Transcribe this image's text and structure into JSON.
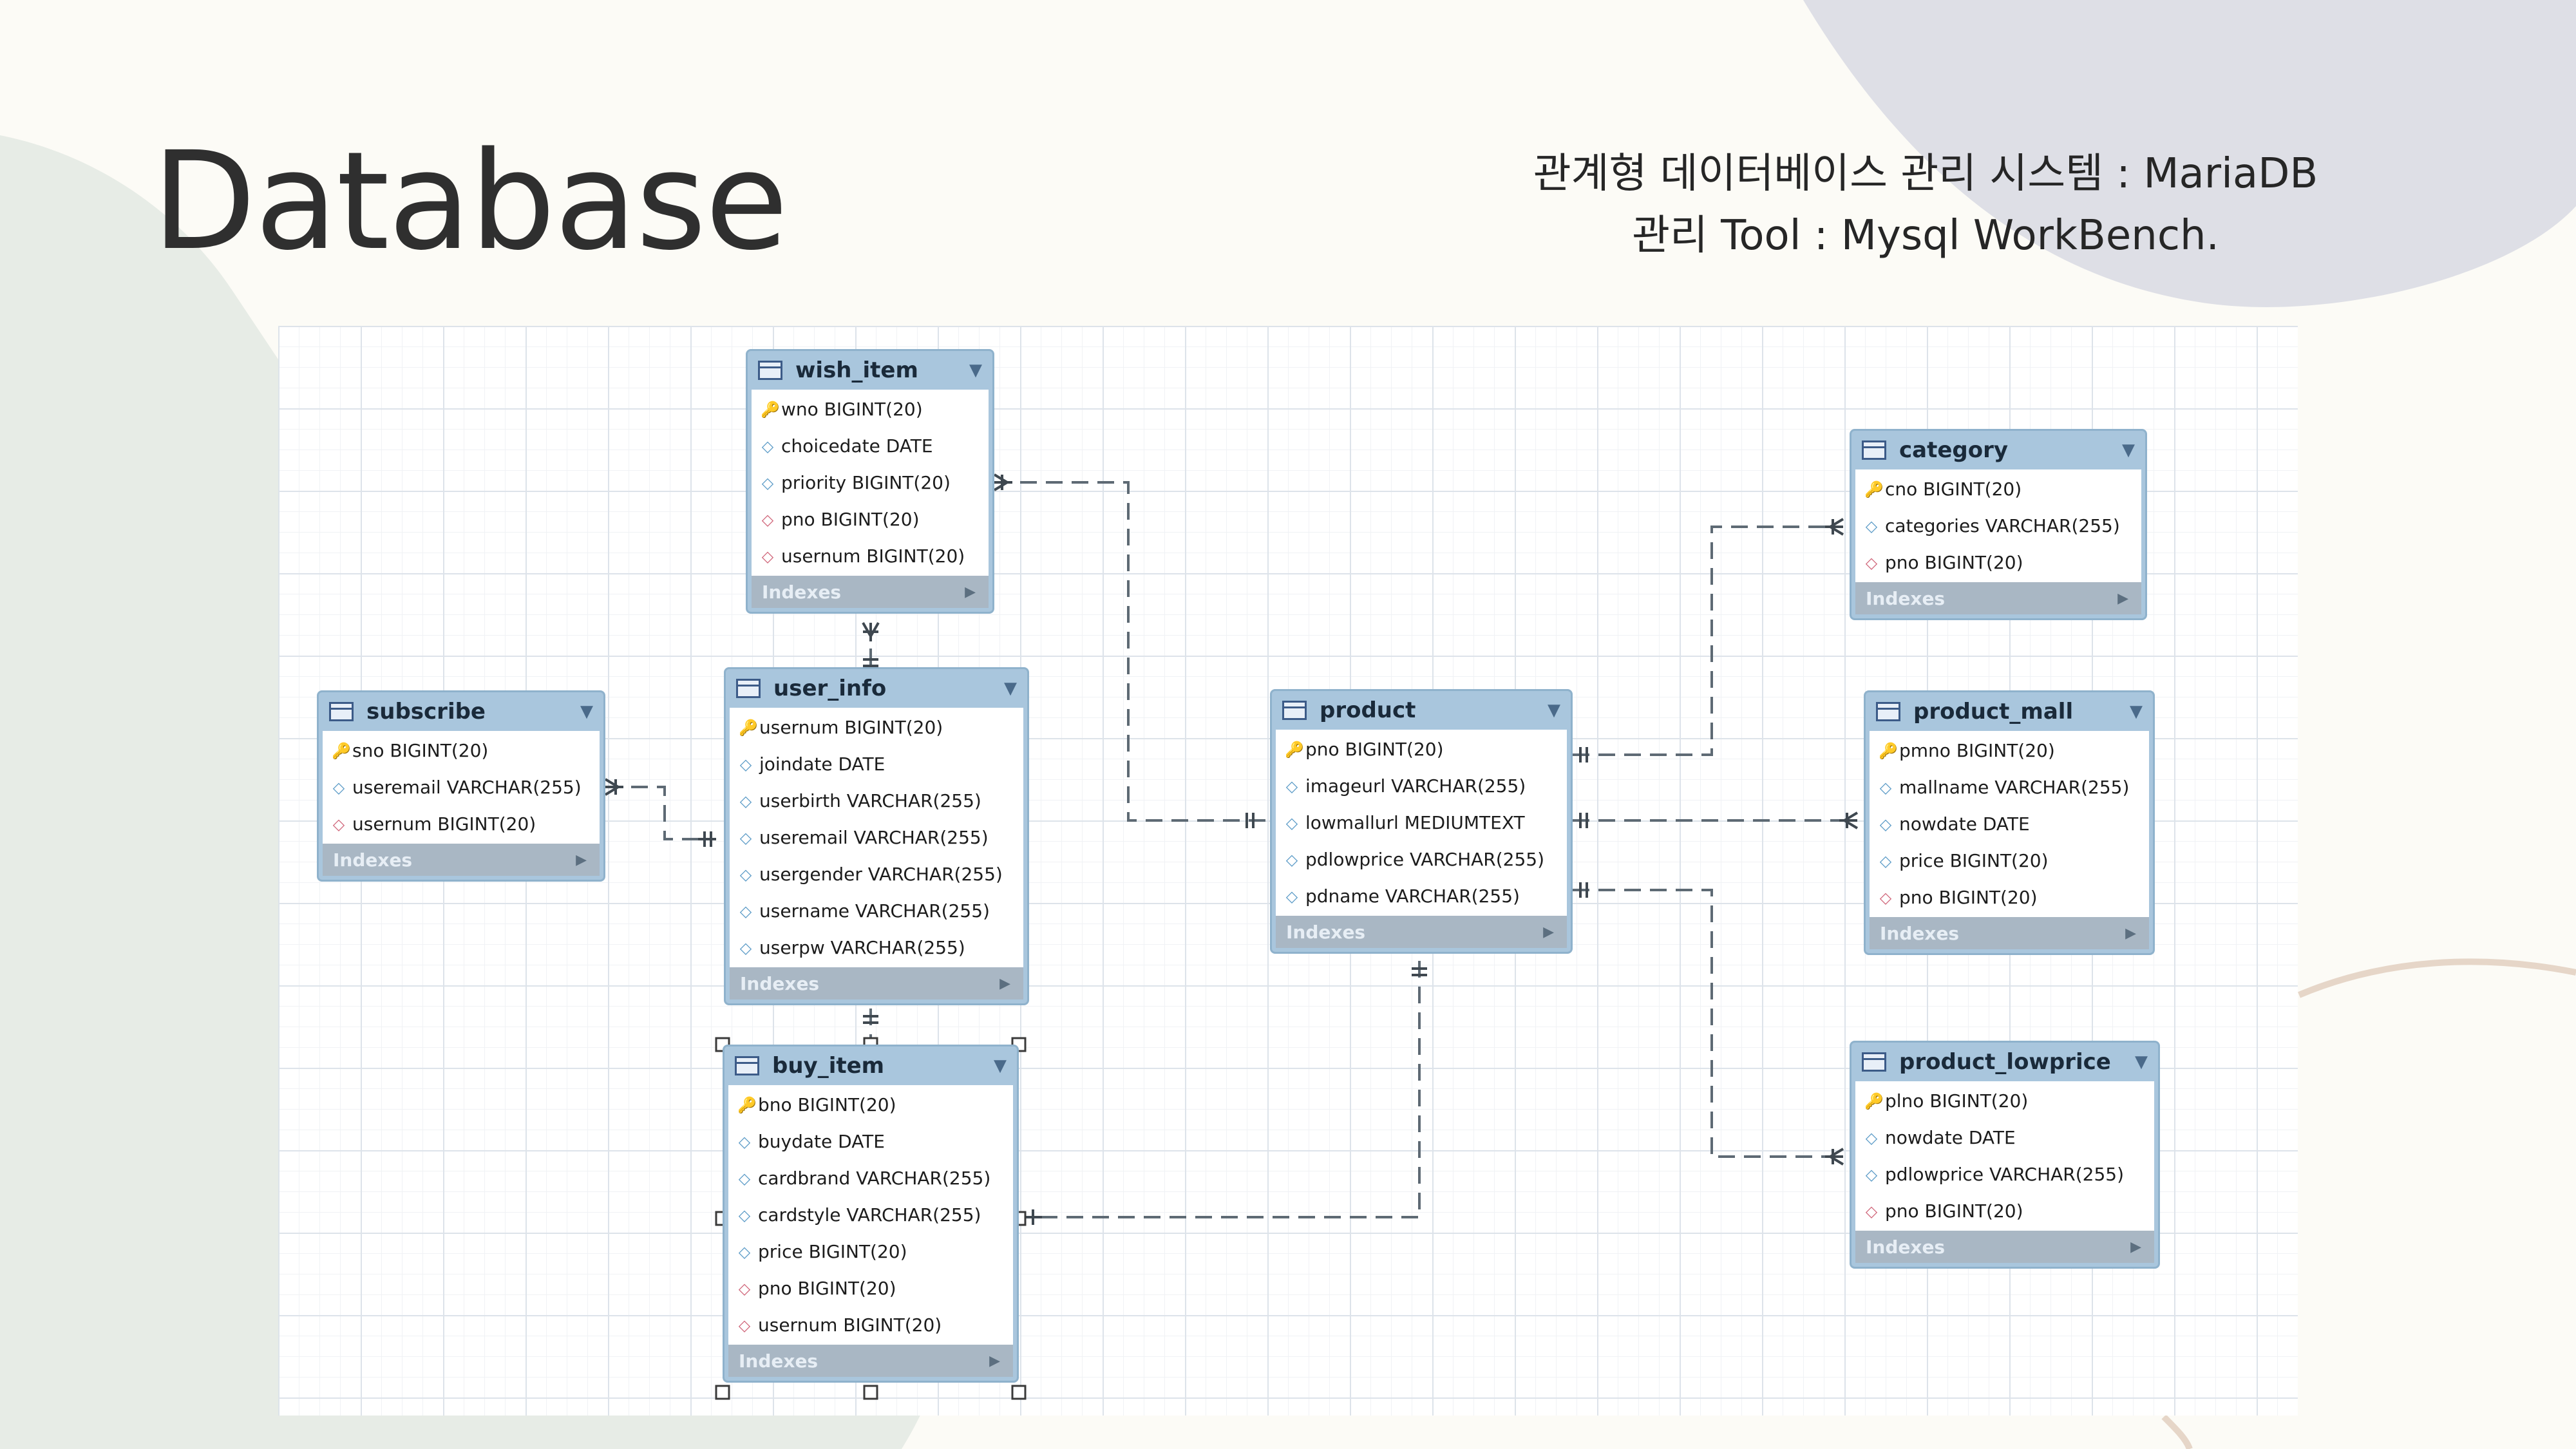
{
  "slide": {
    "title": "Database",
    "subtitle_line1": "관계형 데이터베이스 관리 시스템 : MariaDB",
    "subtitle_line2": "관리 Tool : Mysql WorkBench."
  },
  "colors": {
    "background": "#fcfbf6",
    "decor_left": "#e7ece6",
    "decor_right": "#dedfe6",
    "decor_arc": "#e6d6c8",
    "table_header": "#a9c6dd",
    "table_border": "#8fb2cc"
  },
  "icons": {
    "primary_key": "key-icon",
    "column": "diamond-icon",
    "foreign_key": "diamond-outline-red-icon",
    "table": "table-icon",
    "menu": "chevron-down-icon",
    "indexes": "play-arrow-icon"
  },
  "erd": {
    "indexes_label": "Indexes",
    "tables": [
      {
        "name": "wish_item",
        "columns": [
          {
            "icon": "key",
            "text": "wno BIGINT(20)"
          },
          {
            "icon": "field",
            "text": "choicedate DATE"
          },
          {
            "icon": "field",
            "text": "priority BIGINT(20)"
          },
          {
            "icon": "fk",
            "text": "pno BIGINT(20)"
          },
          {
            "icon": "fk",
            "text": "usernum BIGINT(20)"
          }
        ]
      },
      {
        "name": "subscribe",
        "columns": [
          {
            "icon": "key",
            "text": "sno BIGINT(20)"
          },
          {
            "icon": "field",
            "text": "useremail VARCHAR(255)"
          },
          {
            "icon": "fk",
            "text": "usernum BIGINT(20)"
          }
        ]
      },
      {
        "name": "user_info",
        "columns": [
          {
            "icon": "key",
            "text": "usernum BIGINT(20)"
          },
          {
            "icon": "field",
            "text": "joindate DATE"
          },
          {
            "icon": "field",
            "text": "userbirth VARCHAR(255)"
          },
          {
            "icon": "field",
            "text": "useremail VARCHAR(255)"
          },
          {
            "icon": "field",
            "text": "usergender VARCHAR(255)"
          },
          {
            "icon": "field",
            "text": "username VARCHAR(255)"
          },
          {
            "icon": "field",
            "text": "userpw VARCHAR(255)"
          }
        ]
      },
      {
        "name": "buy_item",
        "columns": [
          {
            "icon": "key",
            "text": "bno BIGINT(20)"
          },
          {
            "icon": "field",
            "text": "buydate DATE"
          },
          {
            "icon": "field",
            "text": "cardbrand VARCHAR(255)"
          },
          {
            "icon": "field",
            "text": "cardstyle VARCHAR(255)"
          },
          {
            "icon": "field",
            "text": "price BIGINT(20)"
          },
          {
            "icon": "fk",
            "text": "pno BIGINT(20)"
          },
          {
            "icon": "fk",
            "text": "usernum BIGINT(20)"
          }
        ]
      },
      {
        "name": "product",
        "columns": [
          {
            "icon": "key",
            "text": "pno BIGINT(20)"
          },
          {
            "icon": "field",
            "text": "imageurl VARCHAR(255)"
          },
          {
            "icon": "field",
            "text": "lowmallurl MEDIUMTEXT"
          },
          {
            "icon": "field",
            "text": "pdlowprice VARCHAR(255)"
          },
          {
            "icon": "field",
            "text": "pdname VARCHAR(255)"
          }
        ]
      },
      {
        "name": "category",
        "columns": [
          {
            "icon": "key",
            "text": "cno BIGINT(20)"
          },
          {
            "icon": "field",
            "text": "categories VARCHAR(255)"
          },
          {
            "icon": "fk",
            "text": "pno BIGINT(20)"
          }
        ]
      },
      {
        "name": "product_mall",
        "columns": [
          {
            "icon": "key",
            "text": "pmno BIGINT(20)"
          },
          {
            "icon": "field",
            "text": "mallname VARCHAR(255)"
          },
          {
            "icon": "field",
            "text": "nowdate DATE"
          },
          {
            "icon": "field",
            "text": "price BIGINT(20)"
          },
          {
            "icon": "fk",
            "text": "pno BIGINT(20)"
          }
        ]
      },
      {
        "name": "product_lowprice",
        "columns": [
          {
            "icon": "key",
            "text": "plno BIGINT(20)"
          },
          {
            "icon": "field",
            "text": "nowdate DATE"
          },
          {
            "icon": "field",
            "text": "pdlowprice VARCHAR(255)"
          },
          {
            "icon": "fk",
            "text": "pno BIGINT(20)"
          }
        ]
      }
    ]
  }
}
